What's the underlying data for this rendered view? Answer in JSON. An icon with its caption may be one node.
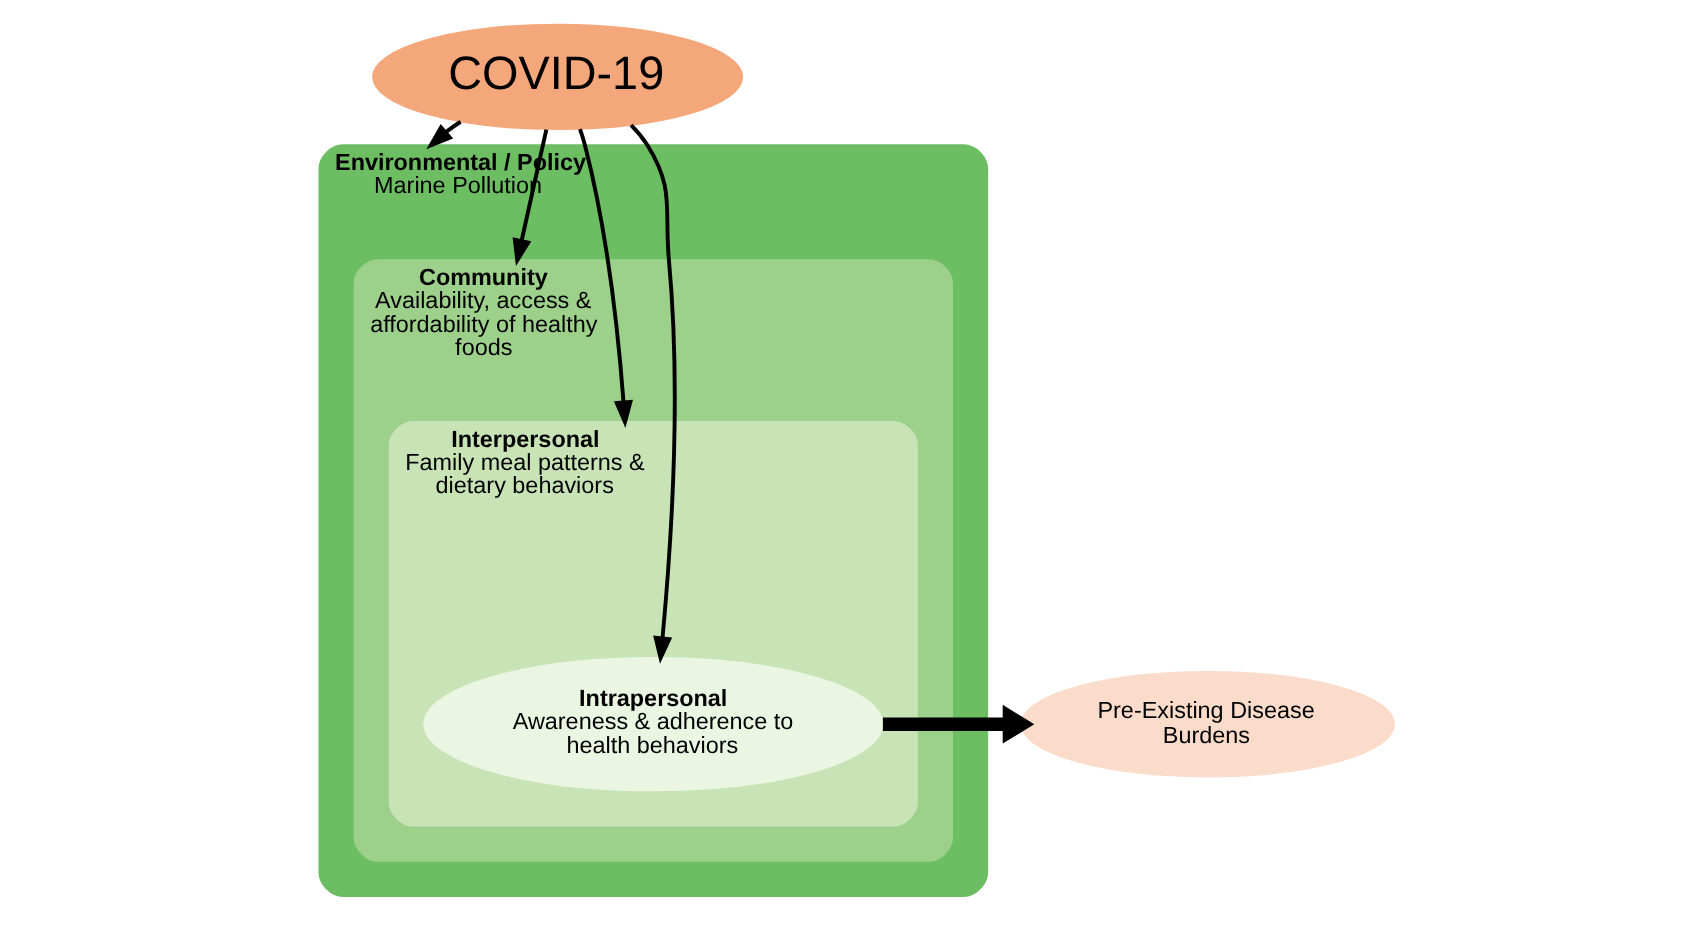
{
  "diagram": {
    "nodes": [
      {
        "text": [
          "COVID-19"
        ]
      },
      {
        "text": [
          "Environmental / Policy",
          "Marine Pollution"
        ]
      },
      {
        "text": [
          "Community",
          "Availability, access & affordability of healthy foods"
        ],
        "in": 1
      },
      {
        "text": [
          "Interpersonal",
          "Family meal patterns & dietary behaviors"
        ],
        "in": 2
      },
      {
        "text": [
          "Intrapersonal",
          "Awareness & adherence to health behaviors"
        ],
        "in": 3
      },
      {
        "text": [
          "Pre-Existing Disease Burdens"
        ]
      }
    ],
    "edges": [
      {
        "from": 0,
        "to": 1,
        "arrow": "to"
      },
      {
        "from": 0,
        "to": 2,
        "arrow": "to"
      },
      {
        "from": 0,
        "to": 3,
        "arrow": "to"
      },
      {
        "from": 0,
        "to": 4,
        "arrow": "to"
      },
      {
        "from": 4,
        "to": 5,
        "arrow": "to",
        "style": "thick"
      }
    ]
  }
}
